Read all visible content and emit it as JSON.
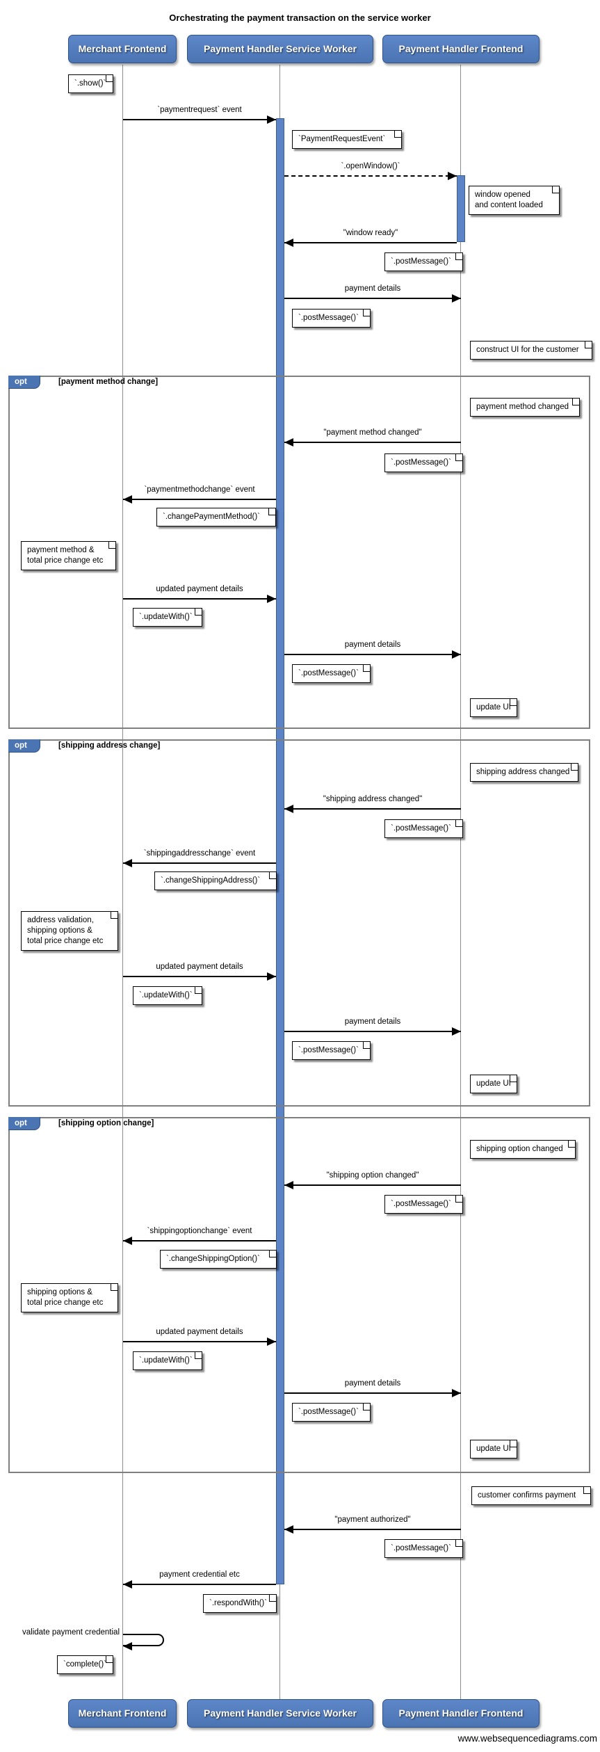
{
  "title": "Orchestrating the payment transaction on the service worker",
  "footer": "www.websequencediagrams.com",
  "actors": {
    "merchant": "Merchant Frontend",
    "service_worker": "Payment Handler Service Worker",
    "frontend": "Payment Handler Frontend"
  },
  "fragments": {
    "opt1": {
      "keyword": "opt",
      "guard": "[payment method change]"
    },
    "opt2": {
      "keyword": "opt",
      "guard": "[shipping address change]"
    },
    "opt3": {
      "keyword": "opt",
      "guard": "[shipping option change]"
    }
  },
  "messages": {
    "paymentrequest_event": "`paymentrequest` event",
    "open_window": "`.openWindow()`",
    "window_ready": "\"window ready\"",
    "payment_details": "payment details",
    "payment_method_changed": "\"payment method changed\"",
    "paymentmethodchange_event": "`paymentmethodchange` event",
    "updated_payment_details": "updated payment details",
    "shipping_address_changed": "\"shipping address changed\"",
    "shippingaddresschange_event": "`shippingaddresschange` event",
    "shipping_option_changed": "\"shipping option changed\"",
    "shippingoptionchange_event": "`shippingoptionchange` event",
    "payment_authorized": "\"payment authorized\"",
    "payment_credential": "payment credential etc",
    "validate_payment_credential": "validate payment credential"
  },
  "notes": {
    "show": "`.show()`",
    "payment_request_event": "`PaymentRequestEvent`",
    "window_opened": "window opened\nand content loaded",
    "post_message": "`.postMessage()`",
    "construct_ui": "construct UI for the customer",
    "payment_method_changed": "payment method changed",
    "change_payment_method": "`.changePaymentMethod()`",
    "payment_method_total": "payment method &\ntotal price change etc",
    "update_with": "`.updateWith()`",
    "update_ui": "update UI",
    "shipping_address_changed": "shipping address changed",
    "change_shipping_address": "`.changeShippingAddress()`",
    "address_validation": "address validation,\nshipping options &\ntotal price change etc",
    "shipping_option_changed": "shipping option changed",
    "change_shipping_option": "`.changeShippingOption()`",
    "shipping_options_total": "shipping options &\ntotal price change etc",
    "customer_confirms": "customer confirms payment",
    "respond_with": "`.respondWith()`",
    "complete": "`complete()`"
  },
  "colors": {
    "actor_fill_top": "#5e87c9",
    "actor_fill_bot": "#4a74b2",
    "actor_border": "#2f5186",
    "activation_fill": "#5c83c6",
    "activation_border": "#3c5c94",
    "frame_border": "#7f7f7f"
  }
}
